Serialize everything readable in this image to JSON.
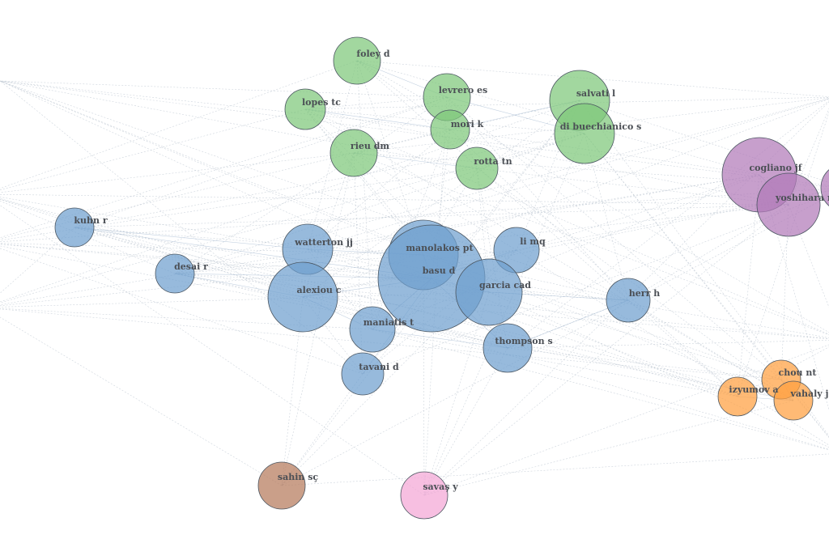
{
  "colors": {
    "blue": "#6f9fcf",
    "green": "#7ec77a",
    "purple": "#b27ab9",
    "orange": "#ff9f40",
    "brown": "#b67a5c",
    "pink": "#f4a6d6"
  },
  "nodes": [
    {
      "id": "foley",
      "label": "foley d",
      "cluster": "green"
    },
    {
      "id": "levrero",
      "label": "levrero es",
      "cluster": "green"
    },
    {
      "id": "salvati",
      "label": "salvati l",
      "cluster": "green"
    },
    {
      "id": "lopes",
      "label": "lopes tc",
      "cluster": "green"
    },
    {
      "id": "mori",
      "label": "mori k",
      "cluster": "green"
    },
    {
      "id": "dibuc",
      "label": "di buechianico s",
      "cluster": "green"
    },
    {
      "id": "rieu",
      "label": "rieu dm",
      "cluster": "green"
    },
    {
      "id": "rotta",
      "label": "rotta tn",
      "cluster": "green"
    },
    {
      "id": "cogliano",
      "label": "cogliano jf",
      "cluster": "purple"
    },
    {
      "id": "yoshihara",
      "label": "yoshihara n",
      "cluster": "purple"
    },
    {
      "id": "purple3",
      "label": "",
      "cluster": "purple"
    },
    {
      "id": "kuhn",
      "label": "kuhn r",
      "cluster": "blue"
    },
    {
      "id": "watterton",
      "label": "watterton jj",
      "cluster": "blue"
    },
    {
      "id": "manolakos",
      "label": "manolakos pt",
      "cluster": "blue"
    },
    {
      "id": "limq",
      "label": "li mq",
      "cluster": "blue"
    },
    {
      "id": "desai",
      "label": "desai r",
      "cluster": "blue"
    },
    {
      "id": "basu",
      "label": "basu d",
      "cluster": "blue"
    },
    {
      "id": "garcia",
      "label": "garcia cad",
      "cluster": "blue"
    },
    {
      "id": "alexiou",
      "label": "alexiou c",
      "cluster": "blue"
    },
    {
      "id": "herr",
      "label": "herr h",
      "cluster": "blue"
    },
    {
      "id": "maniatis",
      "label": "maniatis t",
      "cluster": "blue"
    },
    {
      "id": "thompson",
      "label": "thompson s",
      "cluster": "blue"
    },
    {
      "id": "tavani",
      "label": "tavani d",
      "cluster": "blue"
    },
    {
      "id": "chou",
      "label": "chou nt",
      "cluster": "orange"
    },
    {
      "id": "izyumov",
      "label": "izyumov a",
      "cluster": "orange"
    },
    {
      "id": "vahaly",
      "label": "vahaly j",
      "cluster": "orange"
    },
    {
      "id": "sahin",
      "label": "sahin sç",
      "cluster": "brown"
    },
    {
      "id": "savas",
      "label": "savaş y",
      "cluster": "pink"
    }
  ]
}
